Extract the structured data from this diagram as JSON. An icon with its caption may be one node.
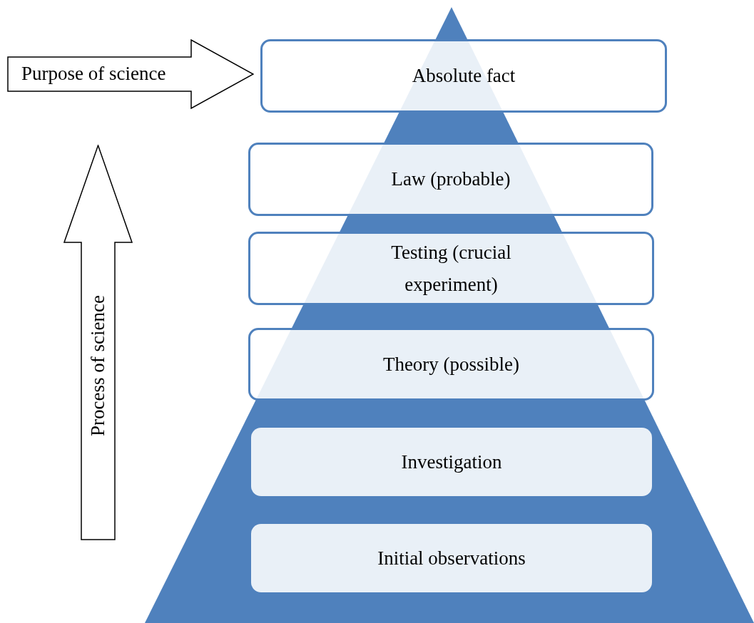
{
  "diagram": {
    "nodes": [
      {
        "text": [
          "Purpose of science"
        ]
      },
      {
        "text": [
          "Absolute fact"
        ]
      },
      {
        "text": [
          "Process of science"
        ]
      },
      {
        "text": [
          "Law (probable)"
        ]
      },
      {
        "text": [
          "Testing (crucial experiment)"
        ]
      },
      {
        "text": [
          "Theory (possible)"
        ]
      },
      {
        "text": [
          "Investigation"
        ]
      },
      {
        "text": [
          "Initial observations"
        ]
      }
    ]
  }
}
